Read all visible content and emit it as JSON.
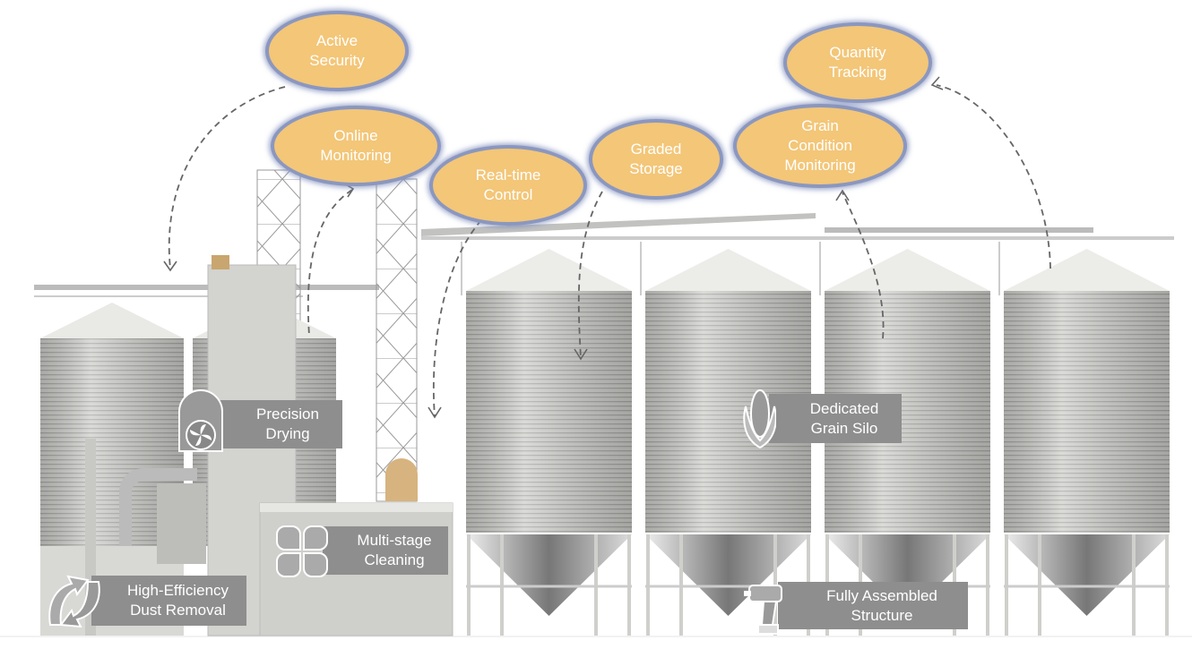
{
  "bubbles": {
    "active_security": "Active\nSecurity",
    "online_monitoring": "Online\nMonitoring",
    "realtime_control": "Real-time\nControl",
    "graded_storage": "Graded\nStorage",
    "grain_condition": "Grain\nCondition\nMonitoring",
    "quantity_tracking": "Quantity\nTracking"
  },
  "labels": {
    "precision_drying": "Precision\nDrying",
    "multistage_cleaning": "Multi-stage\nCleaning",
    "dust_removal": "High-Efficiency\nDust Removal",
    "grain_silo": "Dedicated\nGrain Silo",
    "assembled": "Fully Assembled\nStructure"
  },
  "colors": {
    "bubble_fill": "#f3c678",
    "bubble_border": "#8b97bf",
    "label_bg": "#8e8e8e",
    "silo": "#c9c9c6"
  },
  "icons": [
    "fan-icon",
    "clover-icon",
    "recycle-arrows-icon",
    "corn-icon",
    "drill-icon"
  ]
}
